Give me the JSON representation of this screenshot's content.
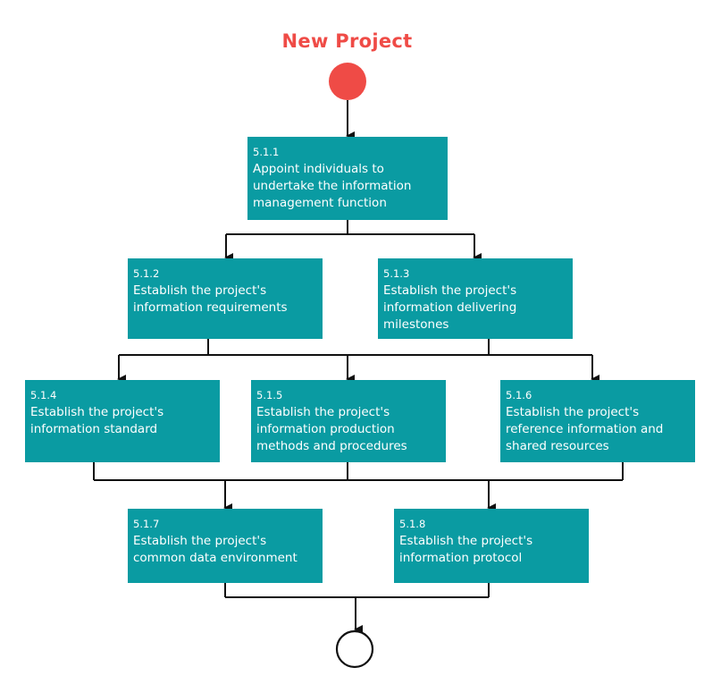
{
  "title": "New Project",
  "colors": {
    "title": "#ef4b46",
    "start_node": "#ef4b46",
    "box_fill": "#0a9ba2",
    "box_text": "#ffffff",
    "connector": "#111111",
    "end_node": "#111111"
  },
  "steps": [
    {
      "id": "5.1.1",
      "label": "Appoint individuals to undertake the information management function"
    },
    {
      "id": "5.1.2",
      "label": "Establish the project's information requirements"
    },
    {
      "id": "5.1.3",
      "label": "Establish the project's information delivering milestones"
    },
    {
      "id": "5.1.4",
      "label": "Establish the project's information standard"
    },
    {
      "id": "5.1.5",
      "label": "Establish the project's information production methods and procedures"
    },
    {
      "id": "5.1.6",
      "label": "Establish the project's reference information and shared resources"
    },
    {
      "id": "5.1.7",
      "label": "Establish the project's common data environment"
    },
    {
      "id": "5.1.8",
      "label": "Establish the project's information protocol"
    }
  ]
}
